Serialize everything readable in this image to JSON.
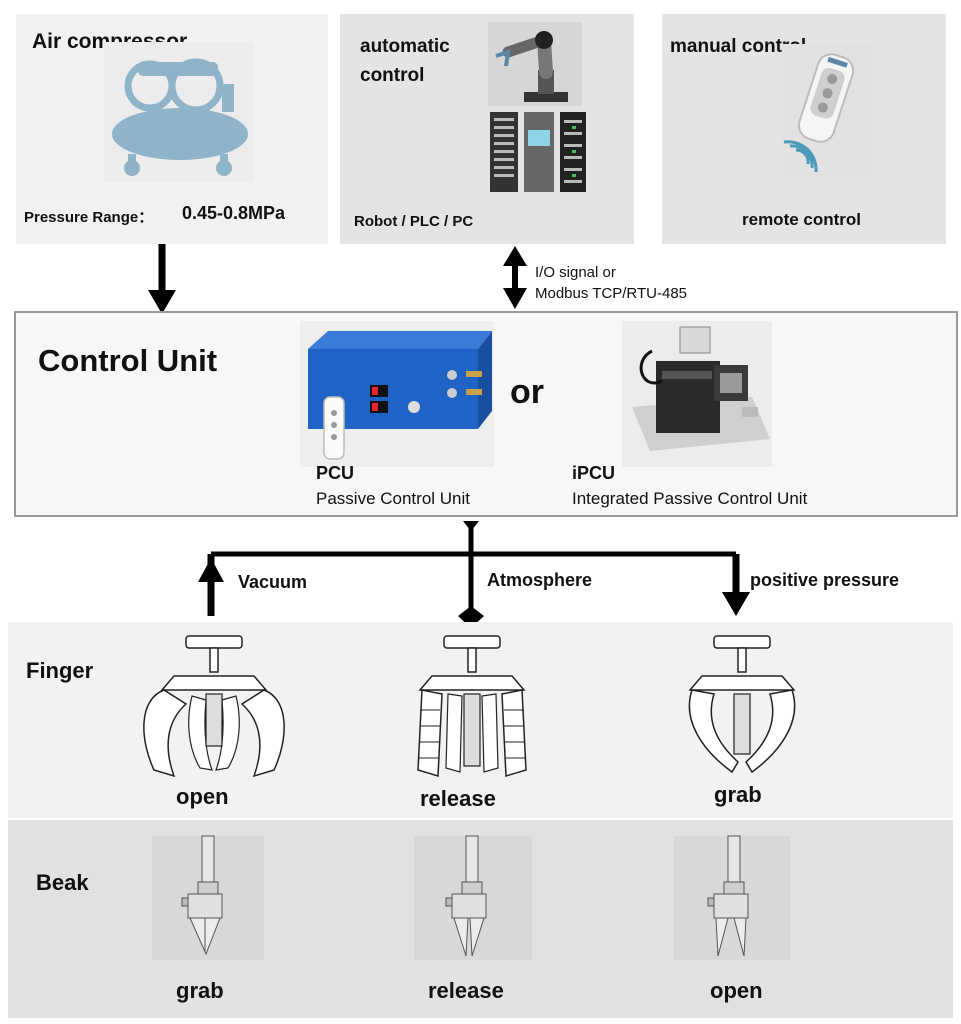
{
  "top": {
    "air": {
      "title": "Air compressor",
      "pressure_label": "Pressure Range：",
      "pressure_value": "0.45-0.8MPa"
    },
    "auto": {
      "title_line1": "automatic",
      "title_line2": "control",
      "caption": "Robot / PLC / PC"
    },
    "manual": {
      "title": "manual control",
      "caption": "remote control"
    }
  },
  "io": {
    "line1": "I/O signal or",
    "line2": "Modbus TCP/RTU-485"
  },
  "control": {
    "title": "Control Unit",
    "or": "or",
    "pcu": {
      "name": "PCU",
      "desc": "Passive Control Unit"
    },
    "ipcu": {
      "name": "iPCU",
      "desc": "Integrated Passive Control Unit"
    }
  },
  "flows": {
    "vacuum": "Vacuum",
    "atmosphere": "Atmosphere",
    "positive": "positive pressure"
  },
  "finger": {
    "label": "Finger",
    "states": [
      "open",
      "release",
      "grab"
    ]
  },
  "beak": {
    "label": "Beak",
    "states": [
      "grab",
      "release",
      "open"
    ]
  },
  "colors": {
    "compressor": "#8fb3c9",
    "pcu_box": "#1f63c6",
    "arrow": "#000000"
  }
}
